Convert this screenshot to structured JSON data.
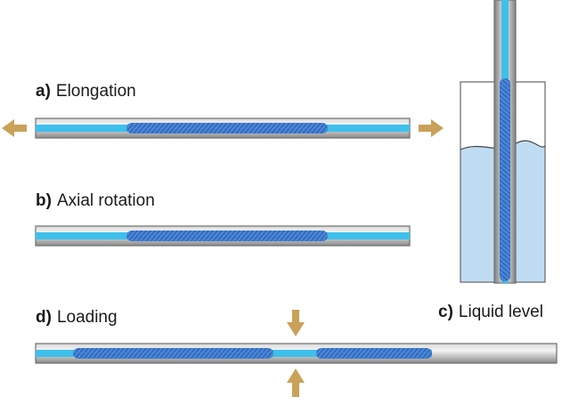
{
  "panels": {
    "a": {
      "key": "a)",
      "text": "Elongation"
    },
    "b": {
      "key": "b)",
      "text": "Axial rotation"
    },
    "c": {
      "key": "c)",
      "text": "Liquid level"
    },
    "d": {
      "key": "d)",
      "text": "Loading"
    }
  },
  "colors": {
    "tube_light": "#f4f4f4",
    "tube_dark": "#8a8a8a",
    "core": "#3ec0ec",
    "grating": "#3a78cf",
    "arrow": "#c9a158",
    "liquid": "#bfdcf2",
    "container_stroke": "#666666"
  }
}
